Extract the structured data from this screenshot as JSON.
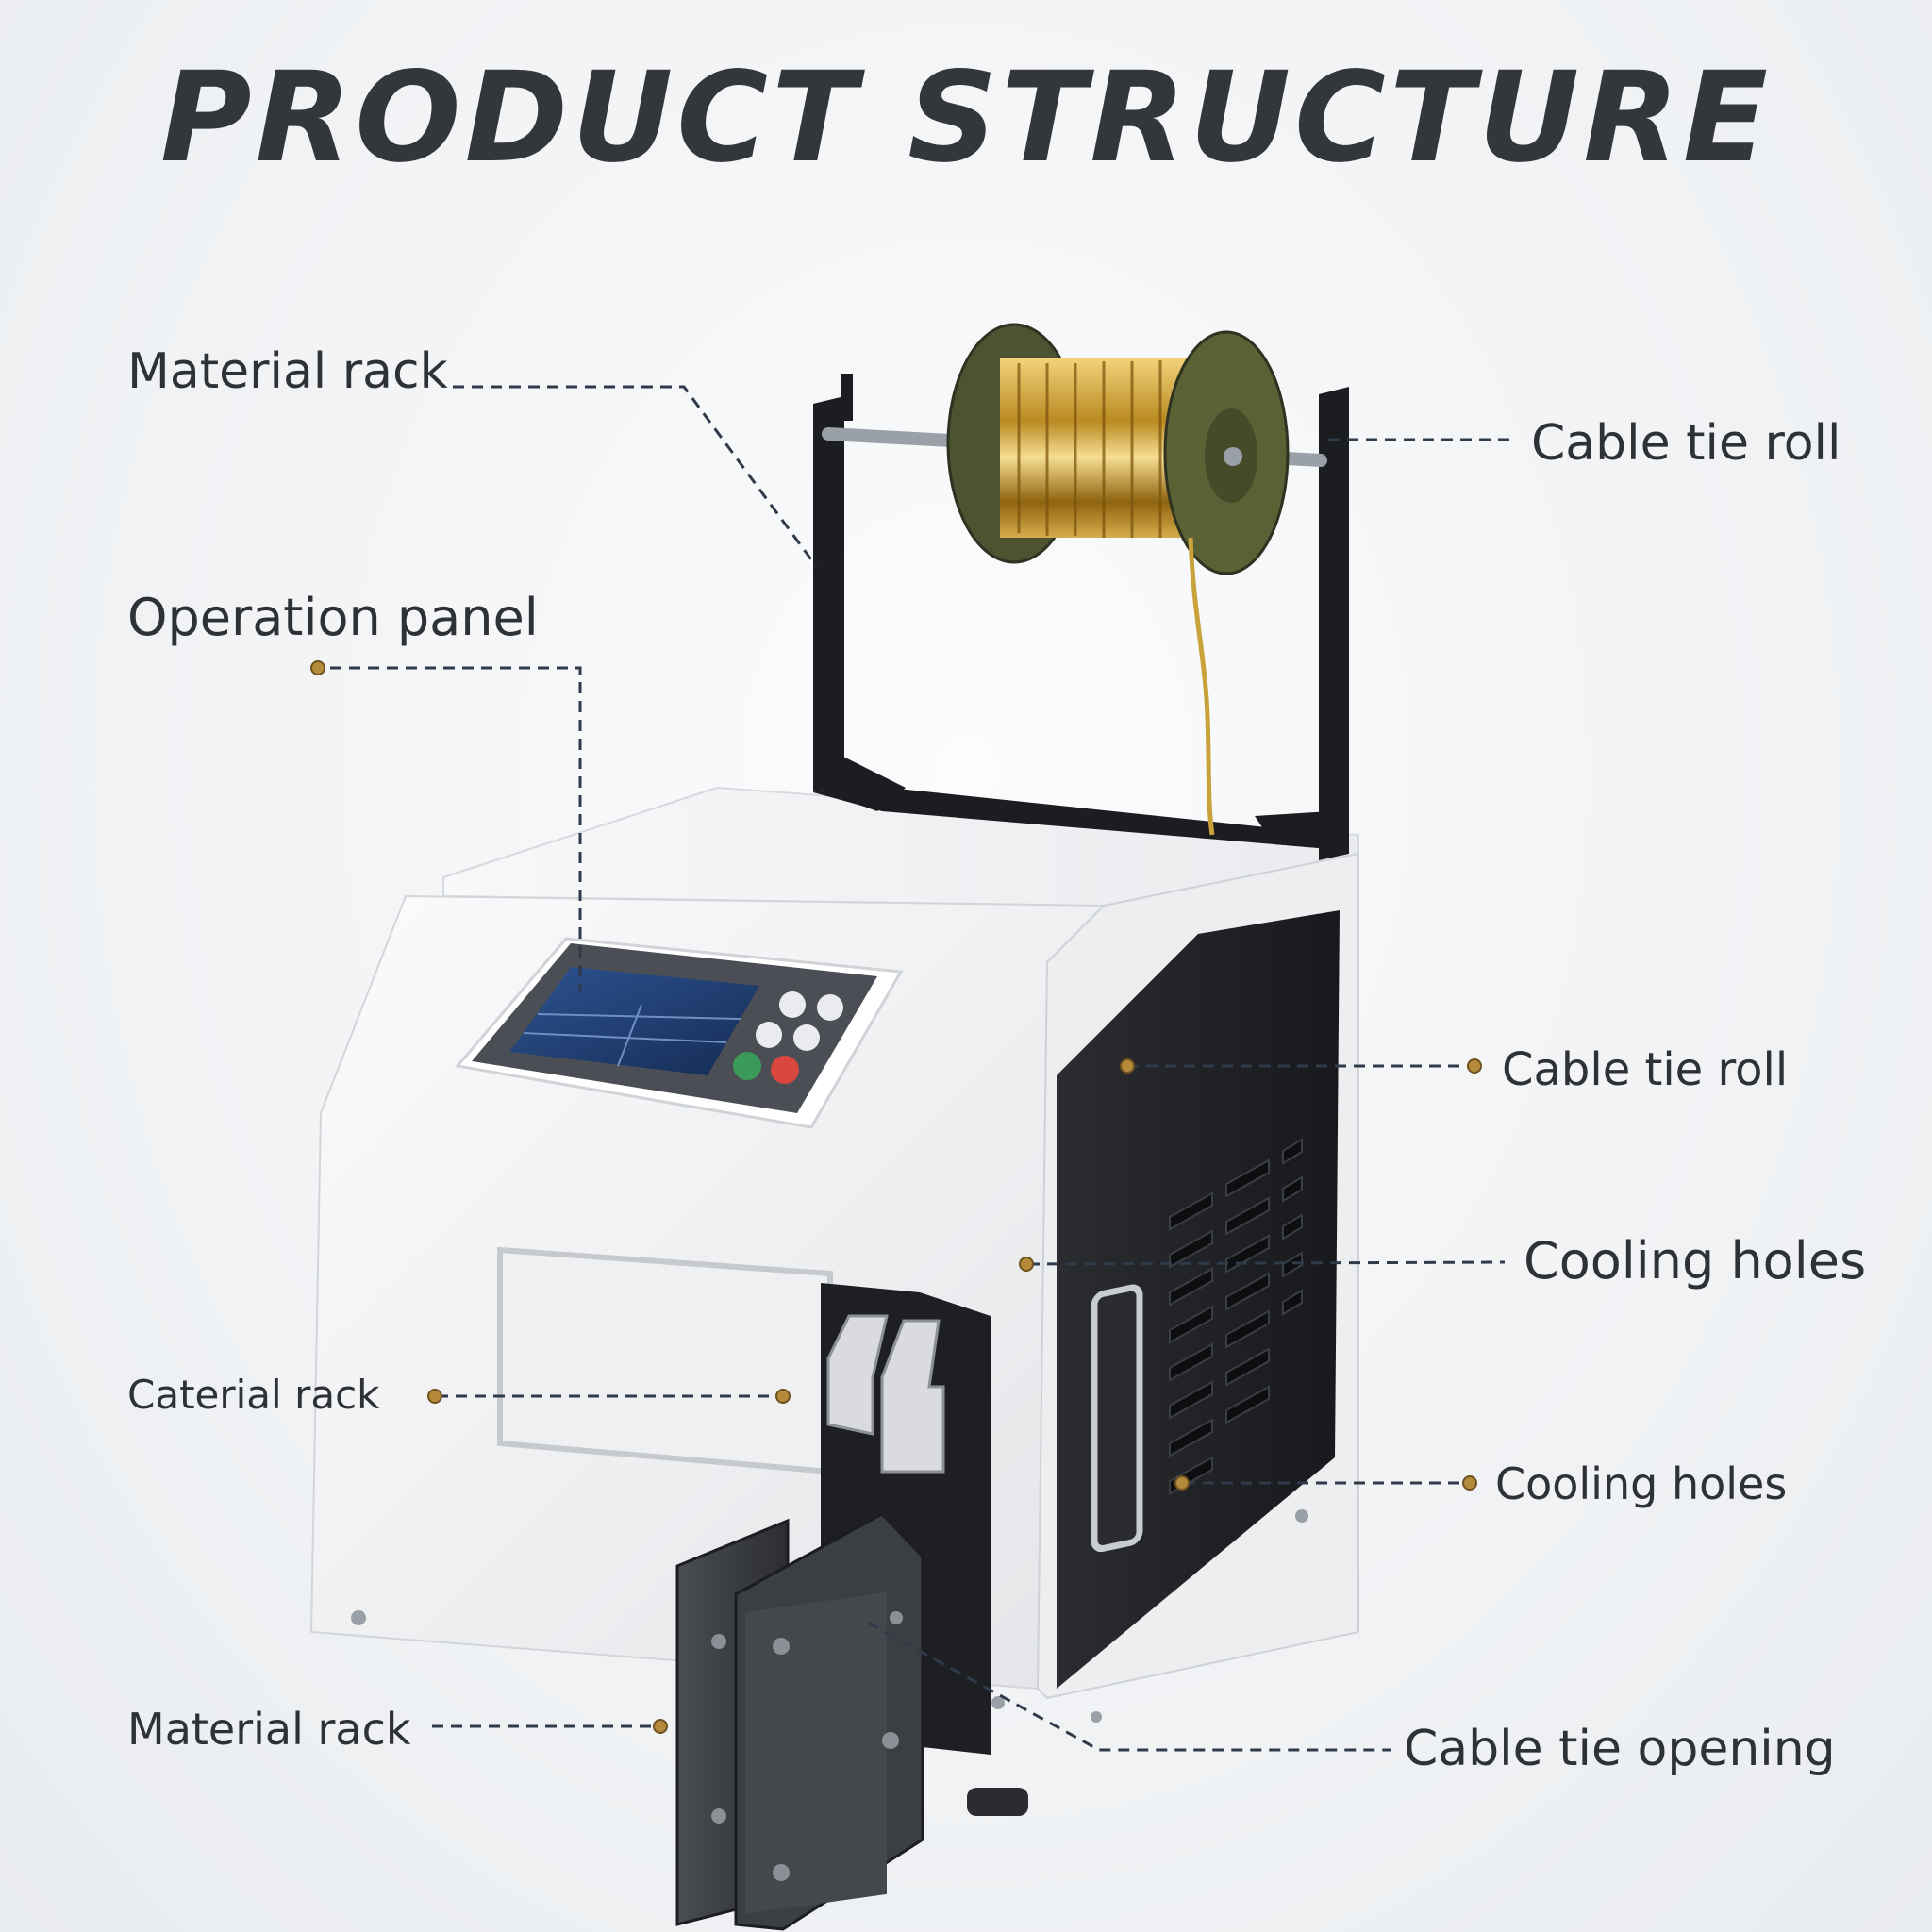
{
  "title": "PRODUCT STRUCTURE",
  "colors": {
    "accent_dot": "#b58a3a",
    "leader_line": "#2f3a4a",
    "body_white": "#f4f5f6",
    "side_black": "#1f2124",
    "spool_gold": "#c9a23c",
    "spool_flange": "#5a6135",
    "screen_blue": "#1f3f6e",
    "button_green": "#3a9a5a",
    "button_red": "#d9473f"
  },
  "labels": {
    "material_rack_top": "Material rack",
    "operation_panel": "Operation panel",
    "caterial_rack": "Caterial rack",
    "material_rack_bottom": "Material rack",
    "cable_tie_roll_top": "Cable tie roll",
    "cable_tie_roll_mid": "Cable tie roll",
    "cooling_holes_upper": "Cooling holes",
    "cooling_holes_lower": "Cooling holes",
    "cable_tie_opening": "Cable tie opening"
  },
  "icons": {
    "leader_dot": "circle-dot-icon",
    "panel_button": "round-button-icon"
  }
}
